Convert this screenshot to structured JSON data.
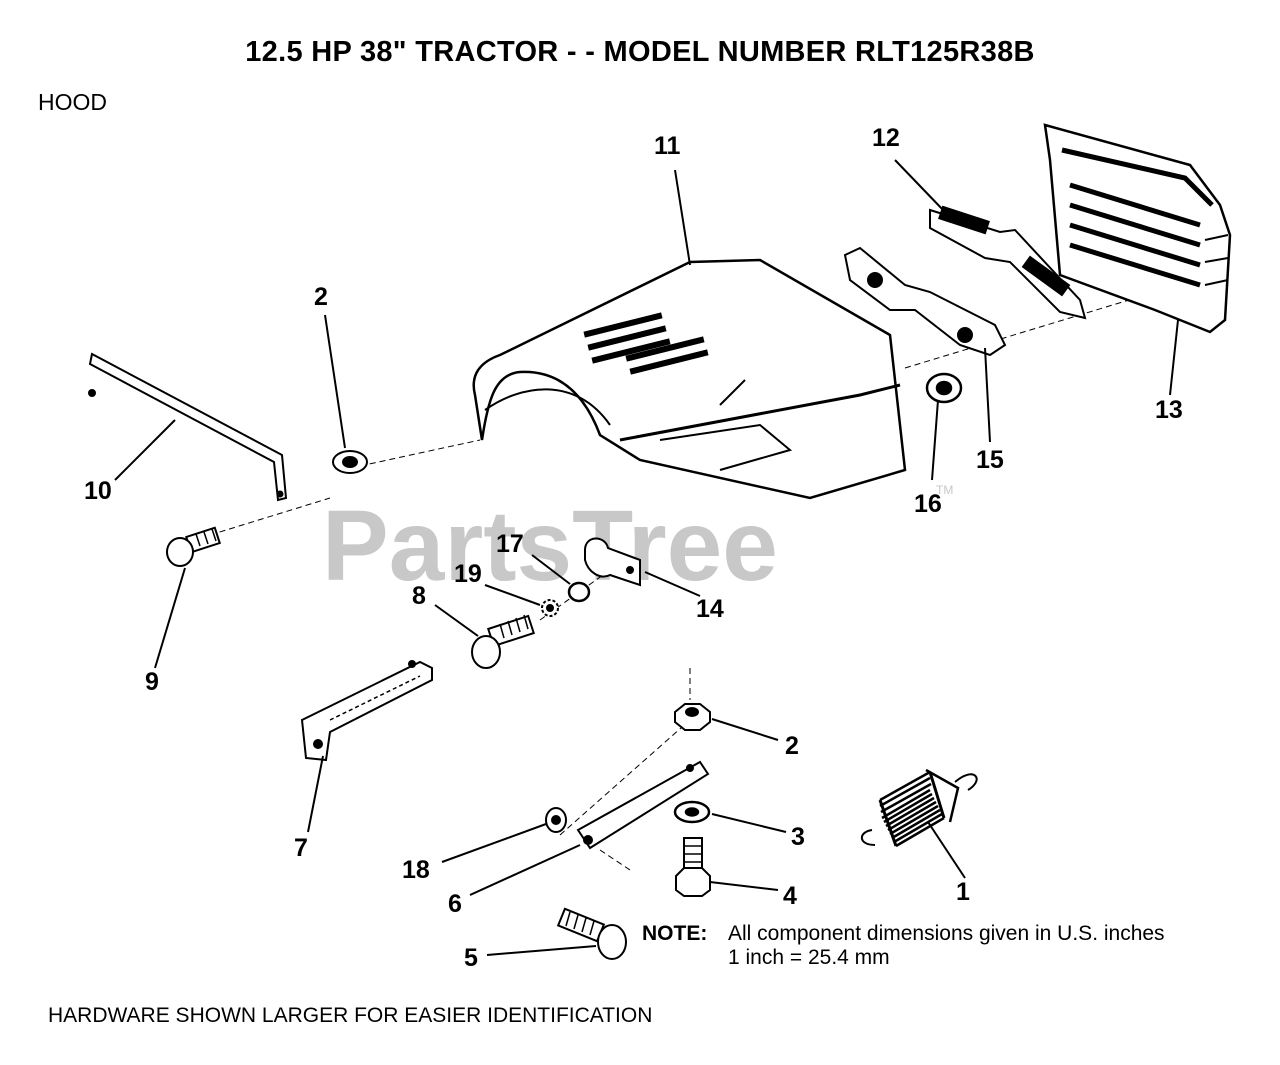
{
  "title": "12.5 HP 38\" TRACTOR - - MODEL NUMBER RLT125R38B",
  "section": "HOOD",
  "watermark": "PartsTree",
  "watermark_tm": "TM",
  "callouts": {
    "c1": "1",
    "c2a": "2",
    "c2b": "2",
    "c3": "3",
    "c4": "4",
    "c5": "5",
    "c6": "6",
    "c7": "7",
    "c8": "8",
    "c9": "9",
    "c10": "10",
    "c11": "11",
    "c12": "12",
    "c13": "13",
    "c14": "14",
    "c15": "15",
    "c16": "16",
    "c17": "17",
    "c18": "18",
    "c19": "19"
  },
  "note": {
    "label": "NOTE:",
    "line1": "All component dimensions given in U.S. inches",
    "line2": "1 inch = 25.4 mm"
  },
  "footer": "HARDWARE SHOWN LARGER FOR EASIER IDENTIFICATION"
}
